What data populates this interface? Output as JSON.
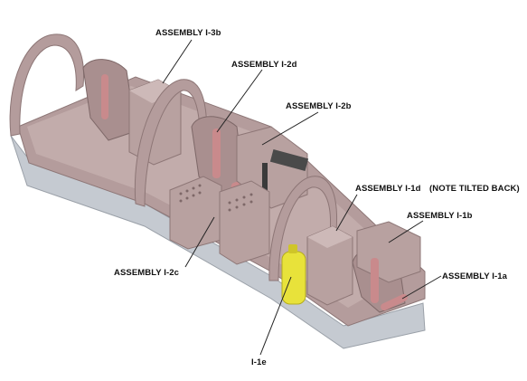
{
  "diagram": {
    "labels": {
      "i3b": "ASSEMBLY I-3b",
      "i2d": "ASSEMBLY I-2d",
      "i2b": "ASSEMBLY I-2b",
      "i1d": "ASSEMBLY I-1d",
      "i1d_note": "(NOTE TILTED BACK)",
      "i1b": "ASSEMBLY I-1b",
      "i2c": "ASSEMBLY I-2c",
      "i1a": "ASSEMBLY I-1a",
      "i1e": "I-1e"
    },
    "colors": {
      "background": "#ffffff",
      "model_body": "#b49c9c",
      "model_shadow": "#8d7676",
      "model_highlight": "#cdb9b8",
      "hull_base": "#c5cad1",
      "seat_pad": "#c98a8c",
      "tank_yellow": "#e8e23a",
      "label_text": "#111111",
      "leader_line": "#222222"
    }
  }
}
